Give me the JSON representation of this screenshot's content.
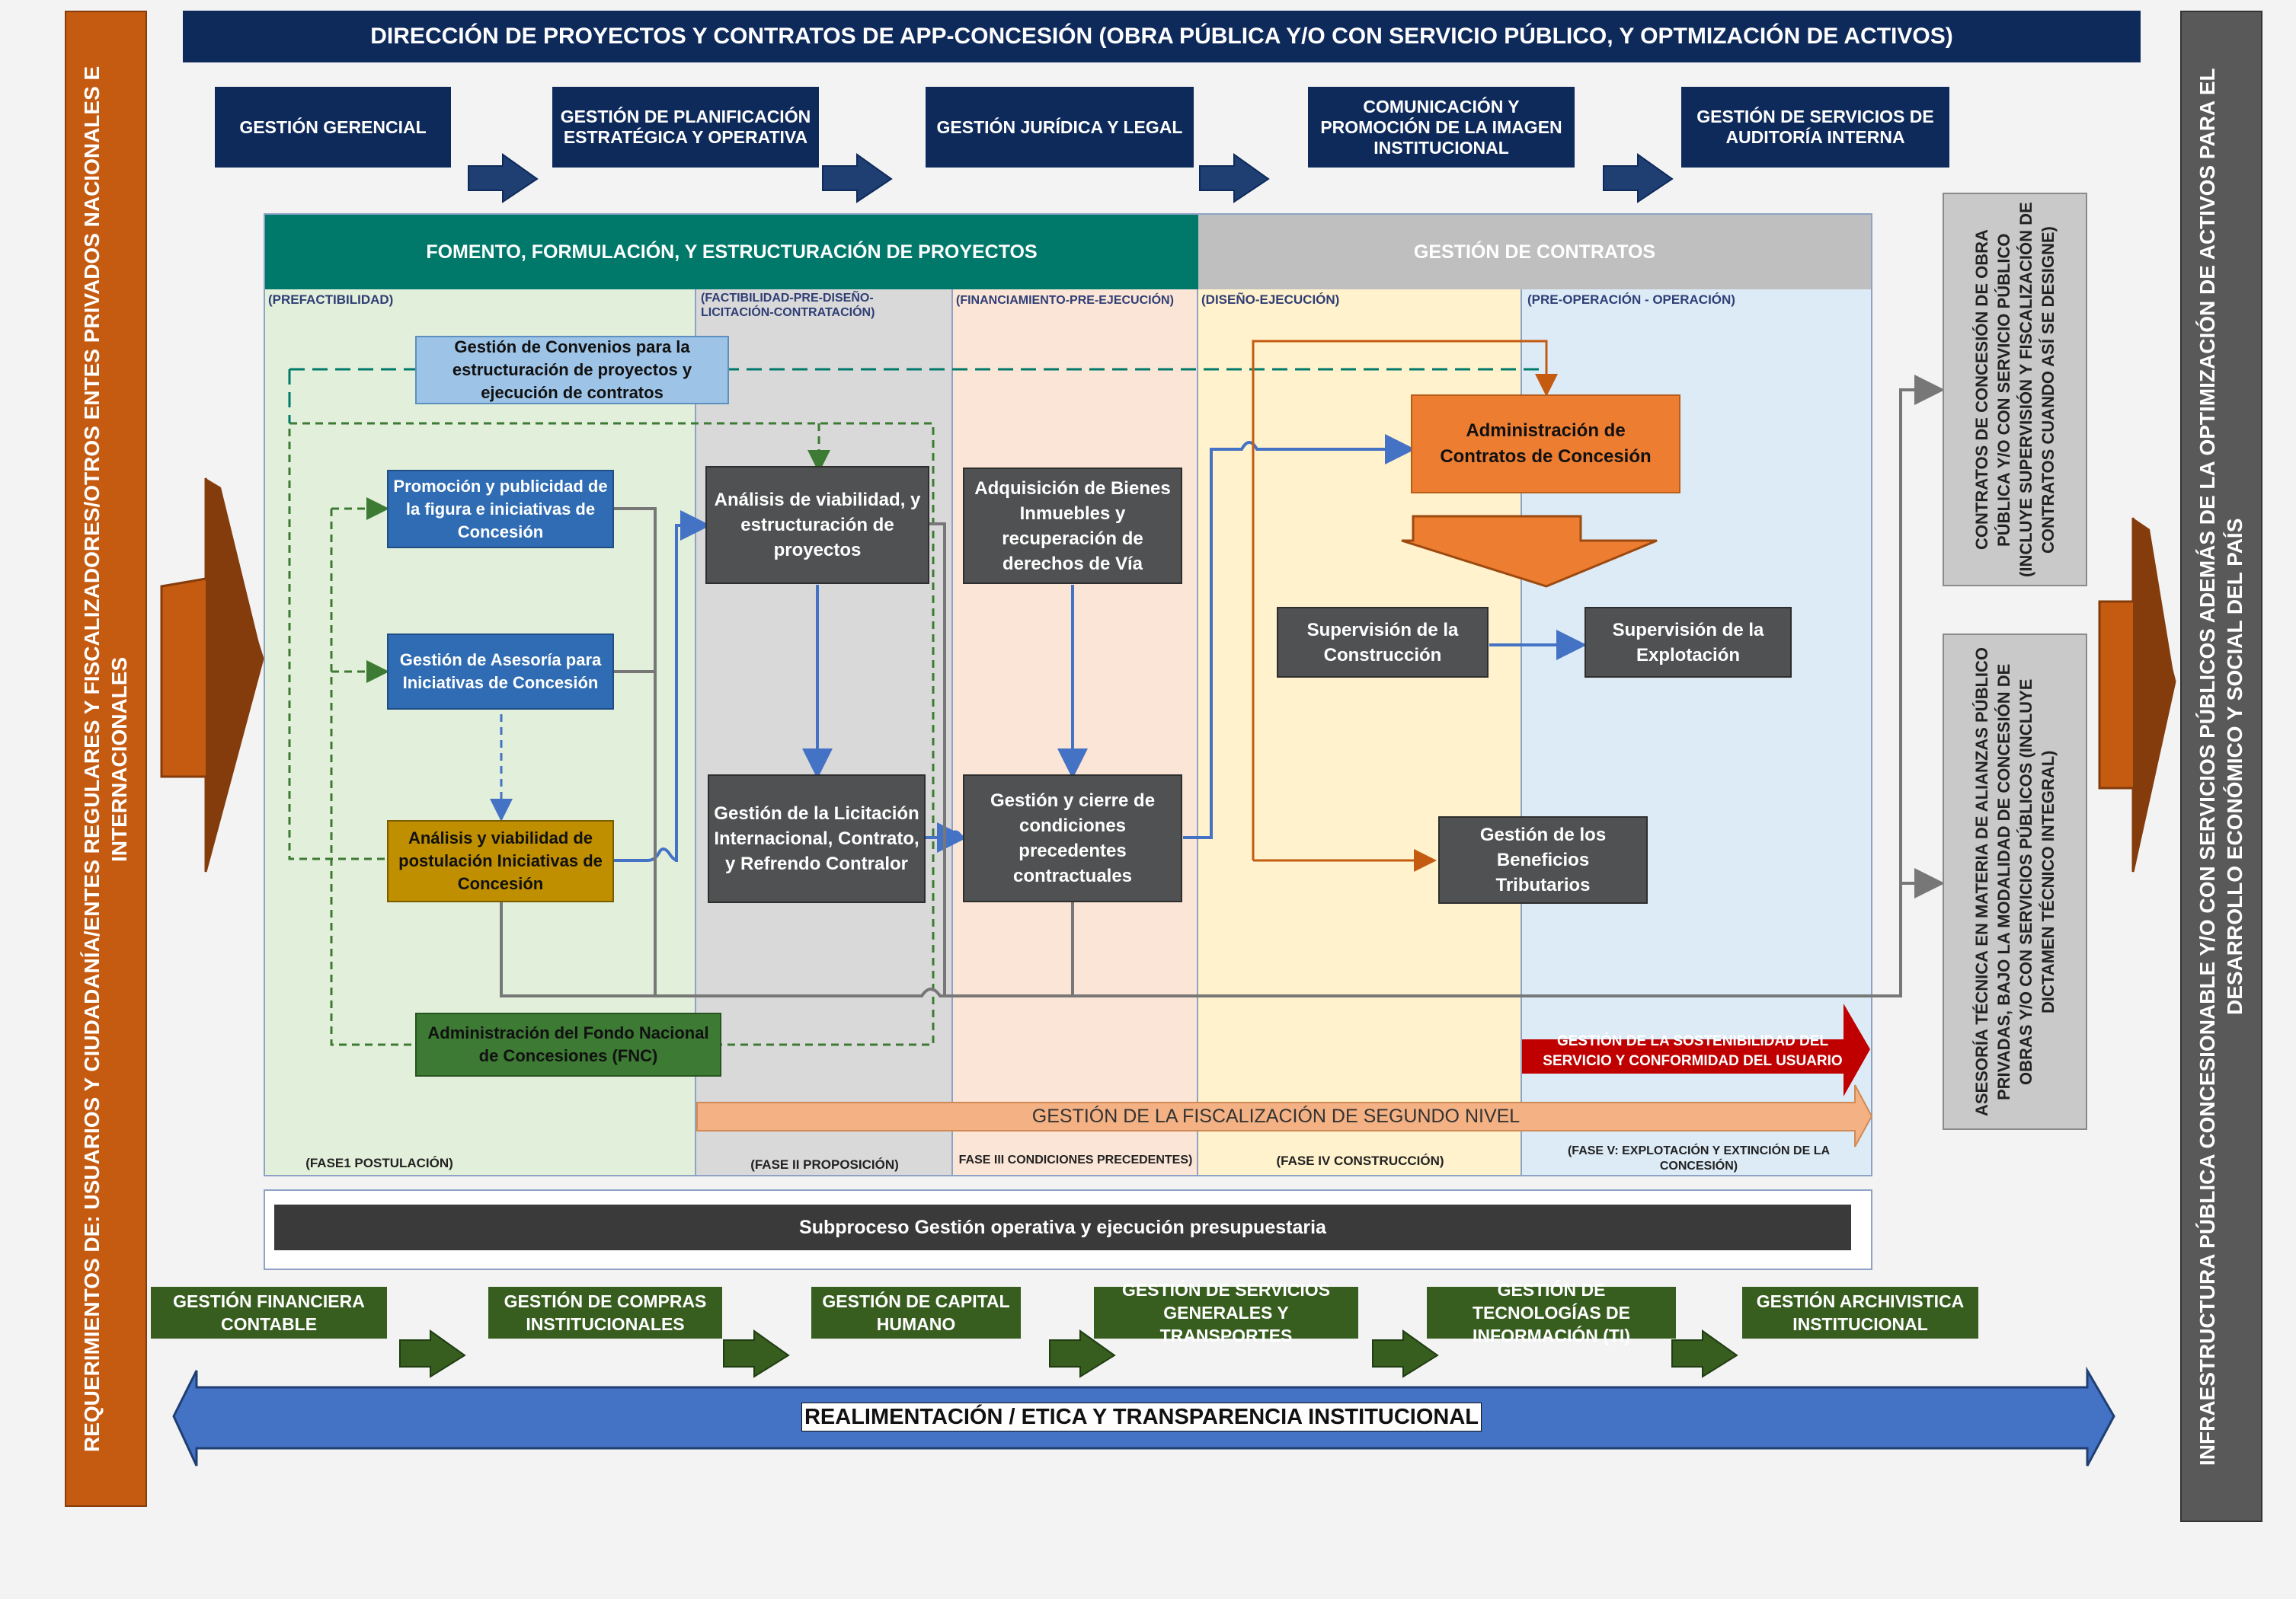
{
  "title": "DIRECCIÓN DE PROYECTOS Y CONTRATOS DE APP-CONCESIÓN (OBRA PÚBLICA Y/O CON SERVICIO PÚBLICO, Y OPTMIZACIÓN DE ACTIVOS)",
  "left_banner": "REQUERIMIENTOS DE: USUARIOS Y CIUDADANÍA/ENTES REGULARES Y FISCALIZADORES/OTROS ENTES PRIVADOS NACIONALES E INTERNACIONALES",
  "right_banner": "INFRAESTRUCTURA PÚBLICA CONCESIONABLE Y/O CON SERVICIOS PÚBLICOS ADEMÁS DE LA OPTIMIZACIÓN DE ACTIVOS PARA EL DESARROLLO ECONÓMICO Y SOCIAL DEL PAÍS",
  "top_units": [
    "GESTIÓN GERENCIAL",
    "GESTIÓN DE PLANIFICACIÓN ESTRATÉGICA Y OPERATIVA",
    "GESTIÓN JURÍDICA Y LEGAL",
    "COMUNICACIÓN Y PROMOCIÓN DE LA IMAGEN INSTITUCIONAL",
    "GESTIÓN DE SERVICIOS DE AUDITORÍA INTERNA"
  ],
  "section_headers": {
    "left": "FOMENTO, FORMULACIÓN, Y ESTRUCTURACIÓN DE PROYECTOS",
    "right": "GESTIÓN DE CONTRATOS"
  },
  "phases": [
    {
      "top": "(PREFACTIBILIDAD)",
      "bottom": "(FASE1 POSTULACIÓN)"
    },
    {
      "top": "(FACTIBILIDAD-PRE-DISEÑO-LICITACIÓN-CONTRATACIÓN)",
      "bottom": "(FASE II PROPOSICIÓN)"
    },
    {
      "top": "(FINANCIAMIENTO-PRE-EJECUCIÓN)",
      "bottom": "FASE III CONDICIONES PRECEDENTES)"
    },
    {
      "top": "(DISEÑO-EJECUCIÓN)",
      "bottom": "(FASE IV CONSTRUCCIÓN)"
    },
    {
      "top": "(PRE-OPERACIÓN - OPERACIÓN)",
      "bottom": "(FASE V: EXPLOTACIÓN Y EXTINCIÓN DE LA CONCESIÓN)"
    }
  ],
  "boxes": {
    "convenios": "Gestión de Convenios para la estructuración de proyectos y ejecución de contratos",
    "promocion": "Promoción y publicidad de la figura e iniciativas de Concesión",
    "asesoria": "Gestión de Asesoría para Iniciativas de Concesión",
    "analisis_post": "Análisis y viabilidad de postulación Iniciativas de Concesión",
    "fnc": "Administración del Fondo Nacional de Concesiones (FNC)",
    "viabilidad": "Análisis de viabilidad, y estructuración de proyectos",
    "licitacion": "Gestión de la Licitación Internacional, Contrato, y Refrendo Contralor",
    "bienes": "Adquisición de Bienes Inmuebles y recuperación de derechos de Vía",
    "cierre": "Gestión y cierre de condiciones precedentes contractuales",
    "admin_contratos": "Administración de Contratos de Concesión",
    "sup_construccion": "Supervisión de la Construcción",
    "sup_explotacion": "Supervisión de la Explotación",
    "beneficios": "Gestión de los Beneficios Tributarios"
  },
  "sostenibilidad": "GESTIÓN DE LA SOSTENIBILIDAD DEL SERVICIO Y CONFORMIDAD DEL USUARIO",
  "fiscalizacion": "GESTIÓN DE LA FISCALIZACIÓN DE SEGUNDO NIVEL",
  "outputs": [
    "CONTRATOS DE CONCESIÓN DE OBRA PÚBLICA Y/O CON SERVICIO PÚBLICO (INCLUYE SUPERVISIÓN Y FISCALIZACIÓN DE CONTRATOS CUANDO ASÍ SE DESIGNE)",
    "ASESORÍA TÉCNICA EN MATERIA DE ALIANZAS PÚBLICO PRIVADAS, BAJO LA MODALIDAD DE CONCESIÓN DE OBRAS Y/O CON SERVICIOS PÚBLICOS (INCLUYE DICTAMEN TÉCNICO INTEGRAL)"
  ],
  "subproceso": "Subproceso Gestión operativa y ejecución presupuestaria",
  "support_units": [
    "GESTIÓN FINANCIERA CONTABLE",
    "GESTIÓN DE COMPRAS INSTITUCIONALES",
    "GESTIÓN DE CAPITAL HUMANO",
    "GESTIÓN DE SERVICIOS GENERALES Y TRANSPORTES",
    "GESTIÓN DE TECNOLOGÍAS DE INFORMACIÓN (TI)",
    "GESTIÓN ARCHIVISTICA INSTITUCIONAL"
  ],
  "feedback": "REALIMENTACIÓN / ETICA Y TRANSPARENCIA INSTITUCIONAL"
}
